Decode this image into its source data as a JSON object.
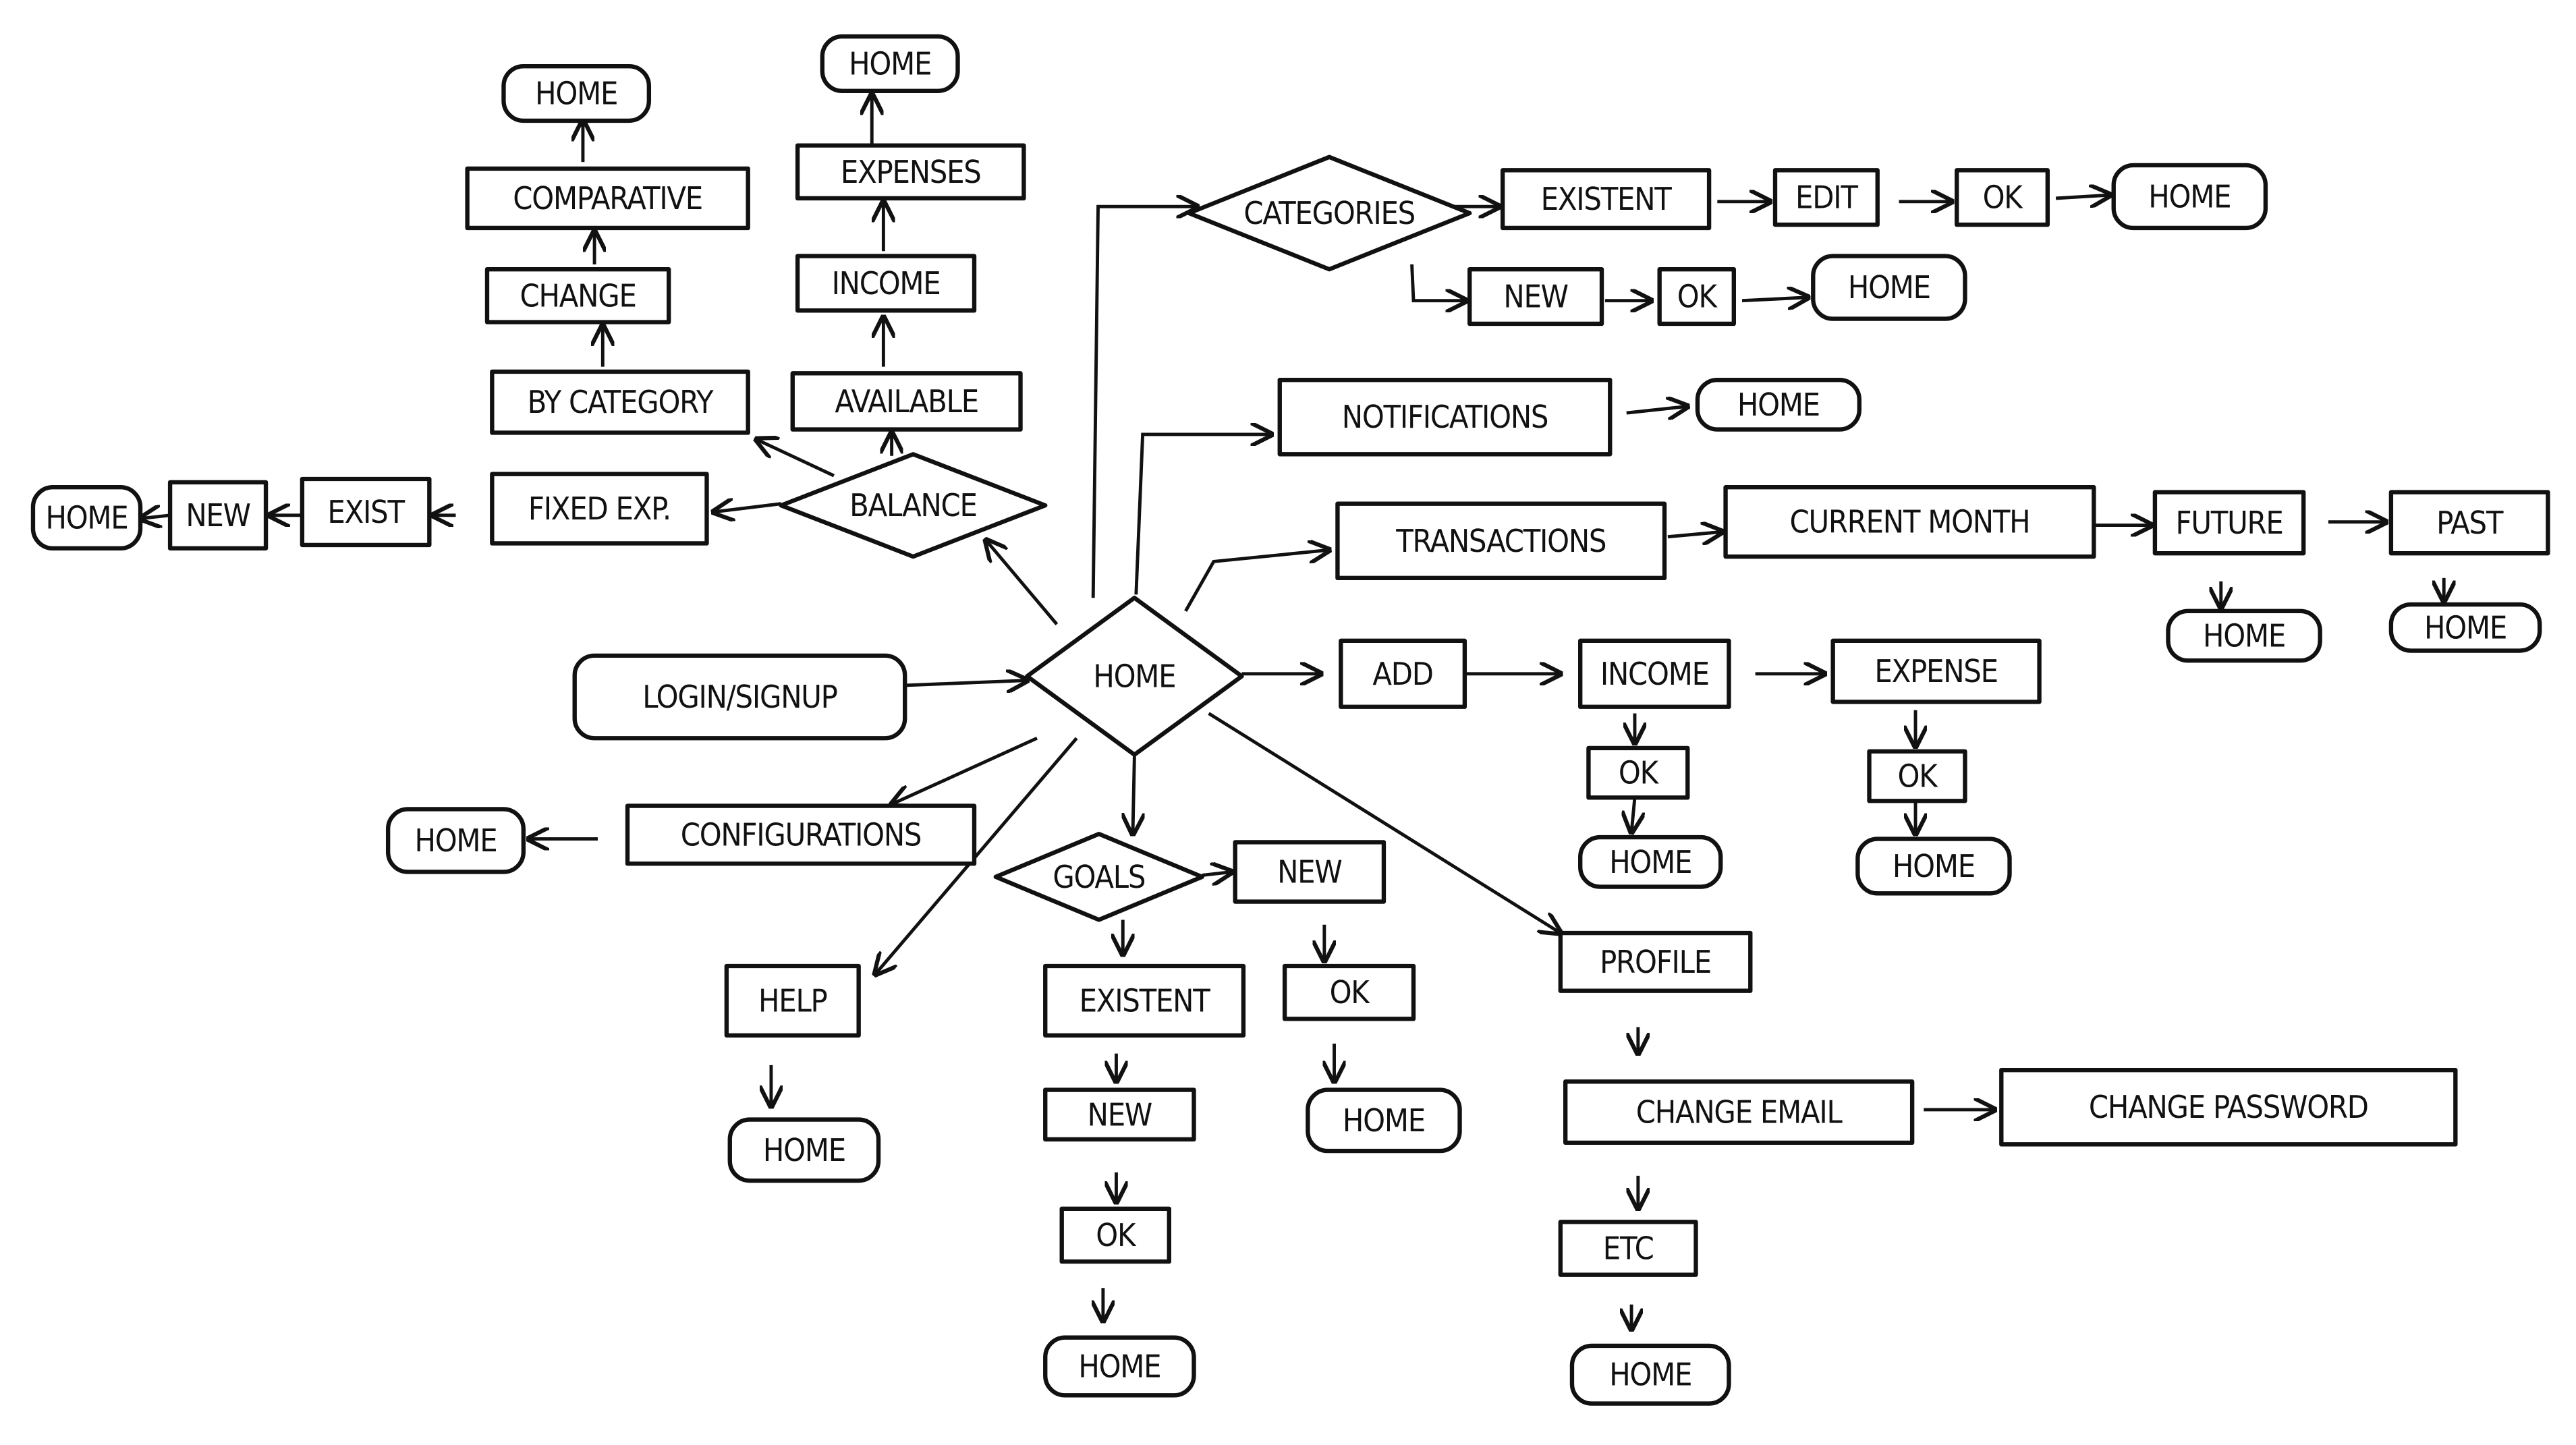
{
  "diagram": {
    "type": "hand-drawn navigation flowchart",
    "ink_color": "#111111",
    "background": "#ffffff"
  },
  "nodes": [
    {
      "id": "login",
      "label": "LOGIN/SIGNUP"
    },
    {
      "id": "home_main",
      "label": "HOME"
    },
    {
      "id": "balance",
      "label": "BALANCE"
    },
    {
      "id": "goals",
      "label": "GOALS"
    },
    {
      "id": "categories",
      "label": "CATEGORIES"
    },
    {
      "id": "bal_home1",
      "label": "HOME"
    },
    {
      "id": "comparative",
      "label": "COMPARATIVE"
    },
    {
      "id": "change",
      "label": "CHANGE"
    },
    {
      "id": "by_category",
      "label": "BY CATEGORY"
    },
    {
      "id": "bal_home2",
      "label": "HOME"
    },
    {
      "id": "expenses",
      "label": "EXPENSES"
    },
    {
      "id": "bal_income",
      "label": "INCOME"
    },
    {
      "id": "available",
      "label": "AVAILABLE"
    },
    {
      "id": "fixed_exp",
      "label": "FIXED EXP."
    },
    {
      "id": "fixed_exist",
      "label": "EXIST"
    },
    {
      "id": "fixed_new",
      "label": "NEW"
    },
    {
      "id": "fixed_home",
      "label": "HOME"
    },
    {
      "id": "configurations",
      "label": "CONFIGURATIONS"
    },
    {
      "id": "config_home",
      "label": "HOME"
    },
    {
      "id": "help",
      "label": "HELP"
    },
    {
      "id": "help_home",
      "label": "HOME"
    },
    {
      "id": "goals_new",
      "label": "NEW"
    },
    {
      "id": "goals_existent",
      "label": "EXISTENT"
    },
    {
      "id": "goals_new_ok",
      "label": "OK"
    },
    {
      "id": "goals_ex_new",
      "label": "NEW"
    },
    {
      "id": "goals_new_home",
      "label": "HOME"
    },
    {
      "id": "goals_ex_ok",
      "label": "OK"
    },
    {
      "id": "goals_ex_home",
      "label": "HOME"
    },
    {
      "id": "profile",
      "label": "PROFILE"
    },
    {
      "id": "change_email",
      "label": "CHANGE EMAIL"
    },
    {
      "id": "change_password",
      "label": "CHANGE PASSWORD"
    },
    {
      "id": "etc",
      "label": "ETC"
    },
    {
      "id": "profile_home",
      "label": "HOME"
    },
    {
      "id": "add",
      "label": "ADD"
    },
    {
      "id": "add_income",
      "label": "INCOME"
    },
    {
      "id": "add_expense",
      "label": "EXPENSE"
    },
    {
      "id": "income_ok",
      "label": "OK"
    },
    {
      "id": "expense_ok",
      "label": "OK"
    },
    {
      "id": "income_home",
      "label": "HOME"
    },
    {
      "id": "expense_home",
      "label": "HOME"
    },
    {
      "id": "transactions",
      "label": "TRANSACTIONS"
    },
    {
      "id": "current_month",
      "label": "CURRENT MONTH"
    },
    {
      "id": "future",
      "label": "FUTURE"
    },
    {
      "id": "past",
      "label": "PAST"
    },
    {
      "id": "future_home",
      "label": "HOME"
    },
    {
      "id": "past_home",
      "label": "HOME"
    },
    {
      "id": "notifications",
      "label": "NOTIFICATIONS"
    },
    {
      "id": "notif_home",
      "label": "HOME"
    },
    {
      "id": "cat_existent",
      "label": "EXISTENT"
    },
    {
      "id": "cat_edit",
      "label": "EDIT"
    },
    {
      "id": "cat_ok",
      "label": "OK"
    },
    {
      "id": "cat_home1",
      "label": "HOME"
    },
    {
      "id": "cat_new",
      "label": "NEW"
    },
    {
      "id": "cat_new_ok",
      "label": "OK"
    },
    {
      "id": "cat_home2",
      "label": "HOME"
    }
  ]
}
